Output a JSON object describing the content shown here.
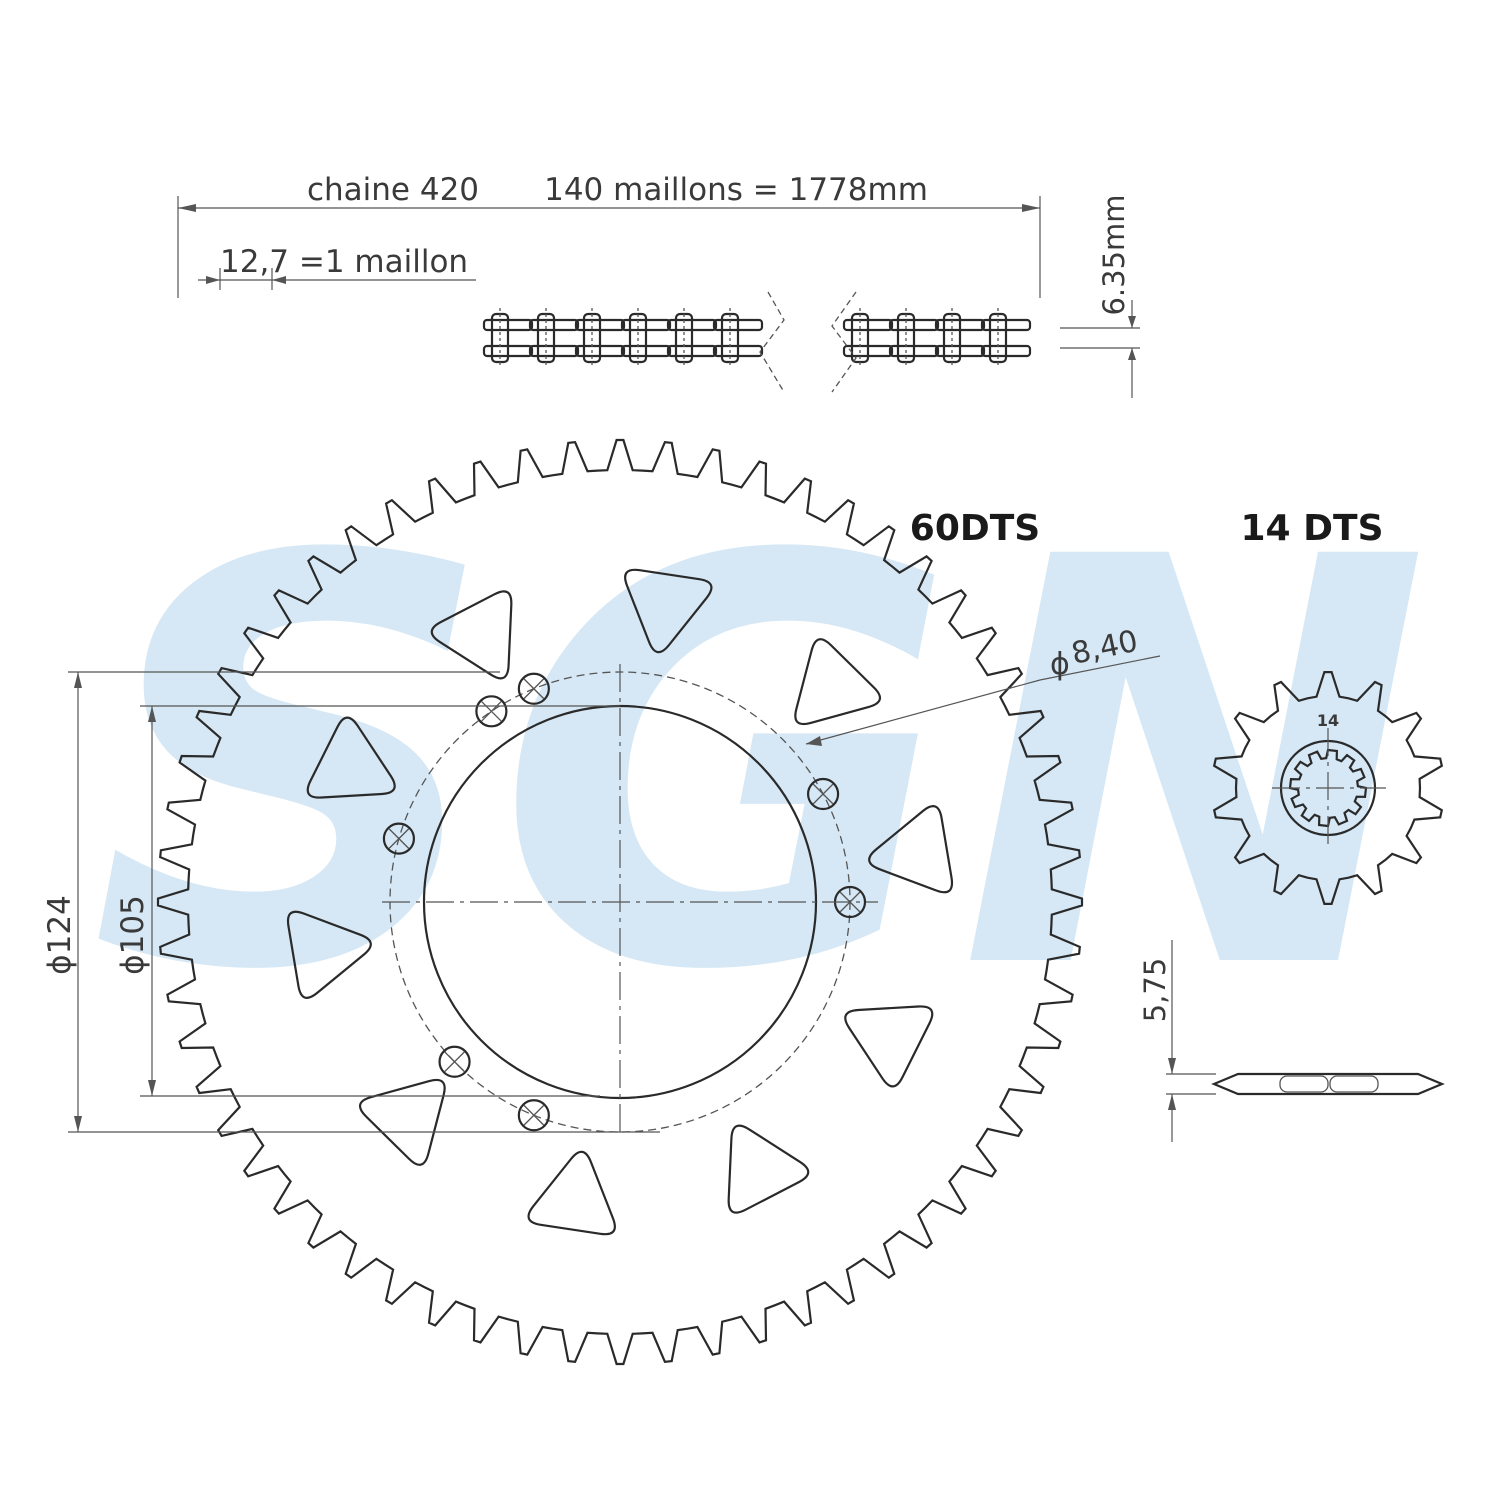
{
  "watermark": {
    "text": "SGN",
    "color": "#d6e8f5"
  },
  "chain": {
    "spec_label": "chaine 420",
    "length_label": "140 maillons = 1778mm",
    "pitch_label": "12,7 =1 maillon",
    "width_label": "6.35mm"
  },
  "rear_sprocket": {
    "teeth_label": "60DTS",
    "teeth": 60,
    "bolt_hole_label": "8,40",
    "bolt_circle_label": "124",
    "bore_label": "105",
    "diameter_symbol": "ϕ"
  },
  "front_sprocket": {
    "teeth_label": "14 DTS",
    "teeth": 14,
    "stamp": "14",
    "thickness_label": "5,75"
  },
  "colors": {
    "line": "#2a2a2a",
    "dimension": "#555555",
    "watermark": "#d6e8f5"
  }
}
